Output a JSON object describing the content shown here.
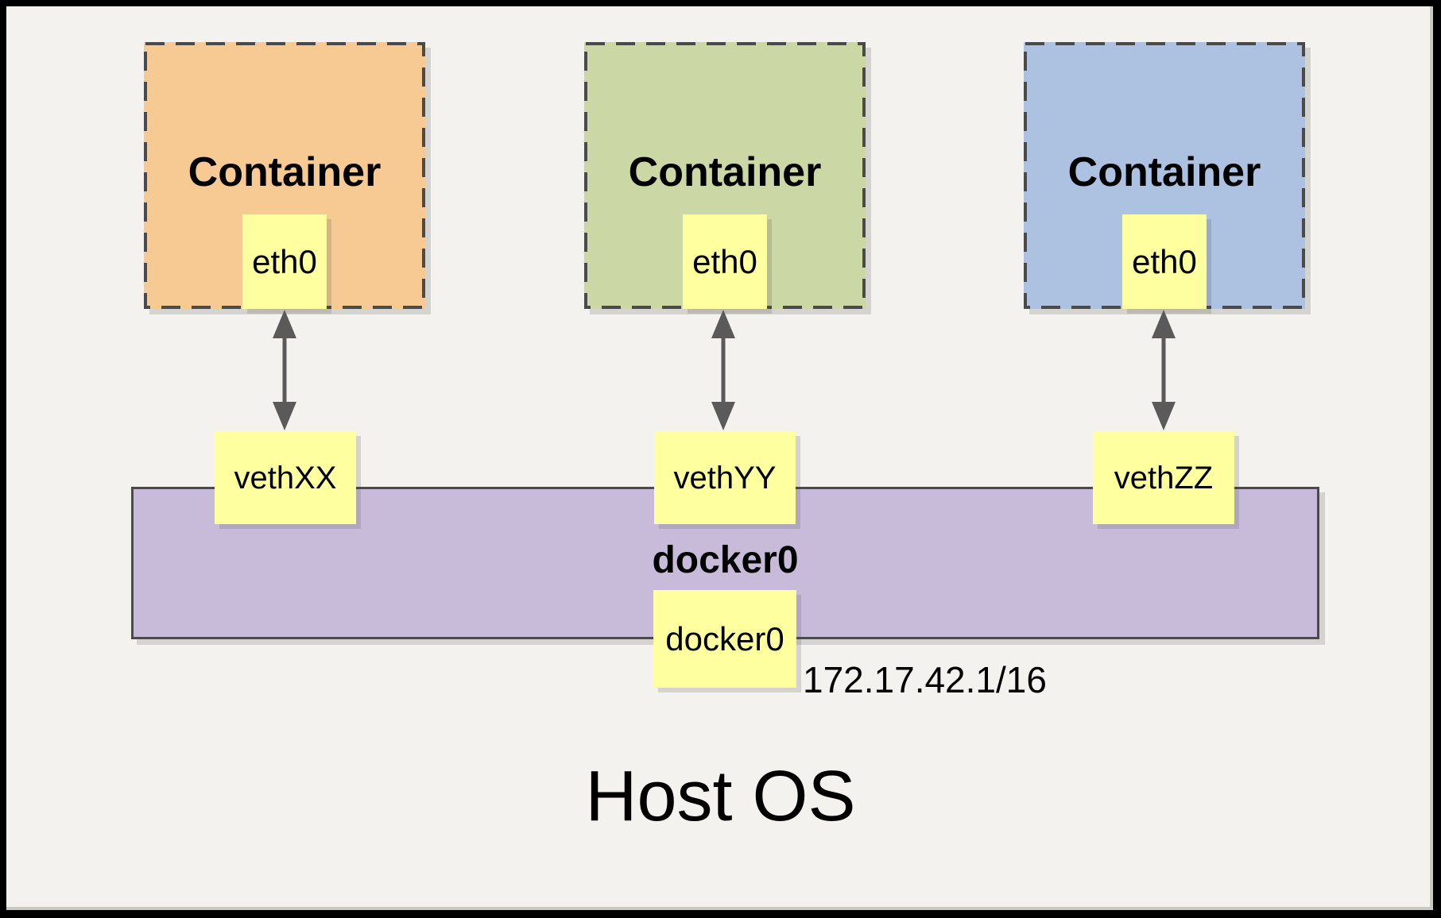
{
  "diagram": {
    "host": {
      "label": "Host OS"
    },
    "containers": [
      {
        "title": "Container",
        "interface_label": "eth0",
        "veth_label": "vethXX",
        "fill": "#f8ca93"
      },
      {
        "title": "Container",
        "interface_label": "eth0",
        "veth_label": "vethYY",
        "fill": "#cbd8a5"
      },
      {
        "title": "Container",
        "interface_label": "eth0",
        "veth_label": "vethZZ",
        "fill": "#adc1e1"
      }
    ],
    "bridge": {
      "name_label": "docker0",
      "interface_label": "docker0",
      "ip_cidr": "172.17.42.1/16",
      "fill": "#c8bbd9"
    },
    "colors": {
      "background": "#f4f2ee",
      "frame": "#000000",
      "interface_box_fill": "#feff9e",
      "dashed_border": "#4a4a4a",
      "bridge_border": "#4a4a4a",
      "arrow": "#5a5a5a",
      "text": "#000000"
    }
  }
}
